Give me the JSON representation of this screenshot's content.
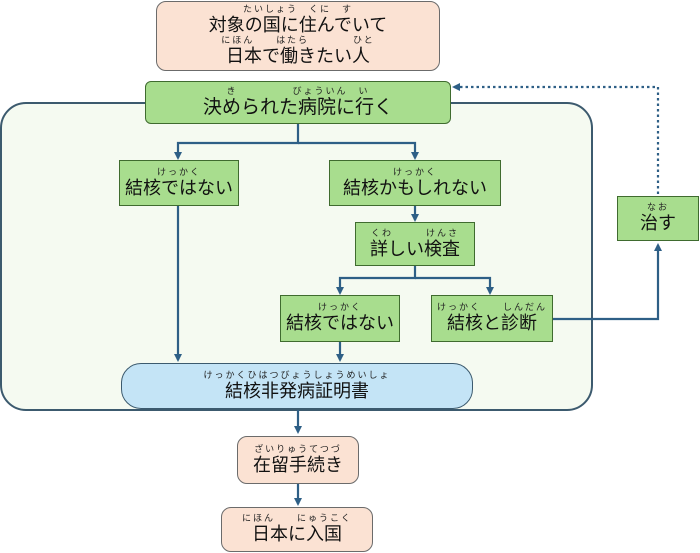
{
  "nodes": {
    "target": {
      "ruby": "たいしょう　くに　す",
      "line1": "対象の国に住んでいて",
      "ruby2": "にほん　　はたら　　　　ひと",
      "line2": "日本で働きたい人"
    },
    "hospital": {
      "ruby": "き　　　　　びょういん　い",
      "text": "決められた病院に行く"
    },
    "not_tb_left": {
      "ruby": "けっかく",
      "text": "結核ではない"
    },
    "maybe_tb": {
      "ruby": "けっかく",
      "text": "結核かもしれない"
    },
    "detailed": {
      "ruby": "くわ　　　けんさ",
      "text": "詳しい検査"
    },
    "not_tb_mid": {
      "ruby": "けっかく",
      "text": "結核ではない"
    },
    "tb_diagnosis": {
      "ruby": "けっかく　　しんだん",
      "text": "結核と診断"
    },
    "cure": {
      "ruby": "なお",
      "text": "治す"
    },
    "certificate": {
      "ruby": "けっかくひはつびょうしょうめいしょ",
      "text": "結核非発病証明書"
    },
    "residence": {
      "ruby": "ざいりゅうてつづ",
      "text": "在留手続き"
    },
    "entry": {
      "ruby": "にほん　　にゅうこく",
      "text": "日本に入国"
    }
  },
  "colors": {
    "arrow": "#2e5f86",
    "peach_fill": "#fbe2d3",
    "green_fill": "#a8dd8e",
    "blue_fill": "#c4e4f6",
    "region_fill": "#f5faf1"
  }
}
